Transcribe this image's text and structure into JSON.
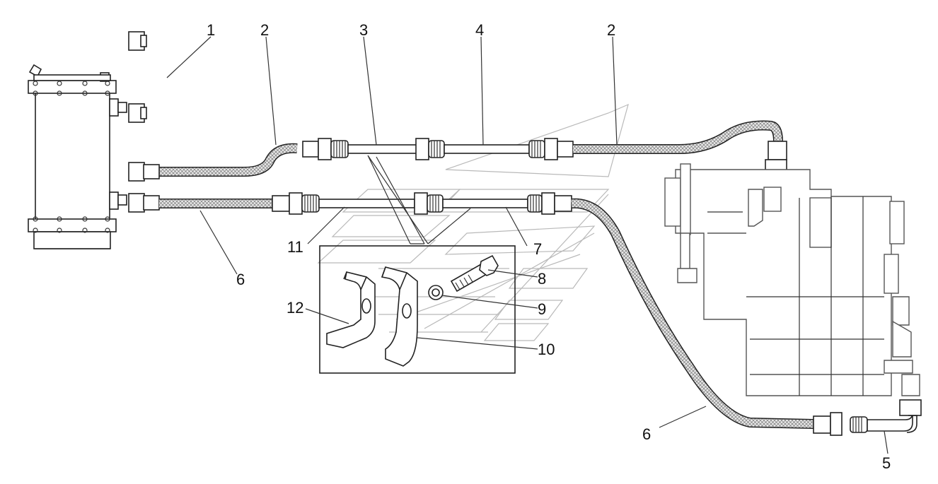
{
  "diagram": {
    "callouts": [
      {
        "id": "c1a",
        "text": "1"
      },
      {
        "id": "c2a",
        "text": "2"
      },
      {
        "id": "c3",
        "text": "3"
      },
      {
        "id": "c4",
        "text": "4"
      },
      {
        "id": "c2b",
        "text": "2"
      },
      {
        "id": "c11",
        "text": "11"
      },
      {
        "id": "c7",
        "text": "7"
      },
      {
        "id": "c8",
        "text": "8"
      },
      {
        "id": "c9",
        "text": "9"
      },
      {
        "id": "c12",
        "text": "12"
      },
      {
        "id": "c10",
        "text": "10"
      },
      {
        "id": "c6a",
        "text": "6"
      },
      {
        "id": "c6b",
        "text": "6"
      },
      {
        "id": "c5",
        "text": "5"
      }
    ]
  }
}
